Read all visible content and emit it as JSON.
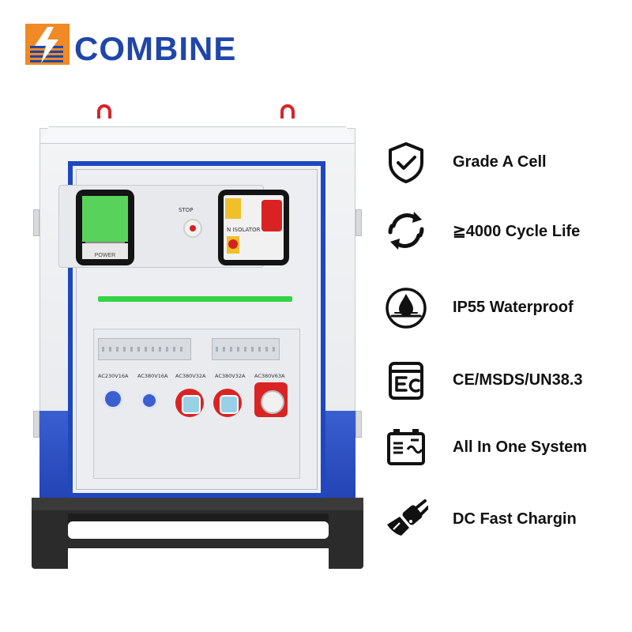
{
  "brand": {
    "name": "COMBINE",
    "colors": {
      "blue": "#1f46a8",
      "orange": "#f08a24"
    }
  },
  "cabinet": {
    "meter_label": "POWER",
    "stop_label": "STOP",
    "isolator_label": "N ISOLATOR",
    "sockets": [
      {
        "label": "AC230V16A",
        "type": "blue"
      },
      {
        "label": "AC380V16A",
        "type": "blue-small"
      },
      {
        "label": "AC380V32A",
        "type": "red"
      },
      {
        "label": "AC380V32A",
        "type": "red"
      },
      {
        "label": "AC380V63A",
        "type": "red-large"
      }
    ],
    "colors": {
      "frame": "#1f47c0",
      "screen": "#59d25b",
      "led": "#34d345",
      "stop": "#d62020"
    }
  },
  "features": [
    {
      "icon": "shield-check-icon",
      "label": "Grade A Cell"
    },
    {
      "icon": "cycle-arrows-icon",
      "label": "≧4000 Cycle Life"
    },
    {
      "icon": "water-drop-icon",
      "label": "IP55 Waterproof"
    },
    {
      "icon": "certificate-icon",
      "label": "CE/MSDS/UN38.3"
    },
    {
      "icon": "battery-system-icon",
      "label": "All In One System"
    },
    {
      "icon": "charging-plug-icon",
      "label": "DC Fast Chargin"
    }
  ]
}
